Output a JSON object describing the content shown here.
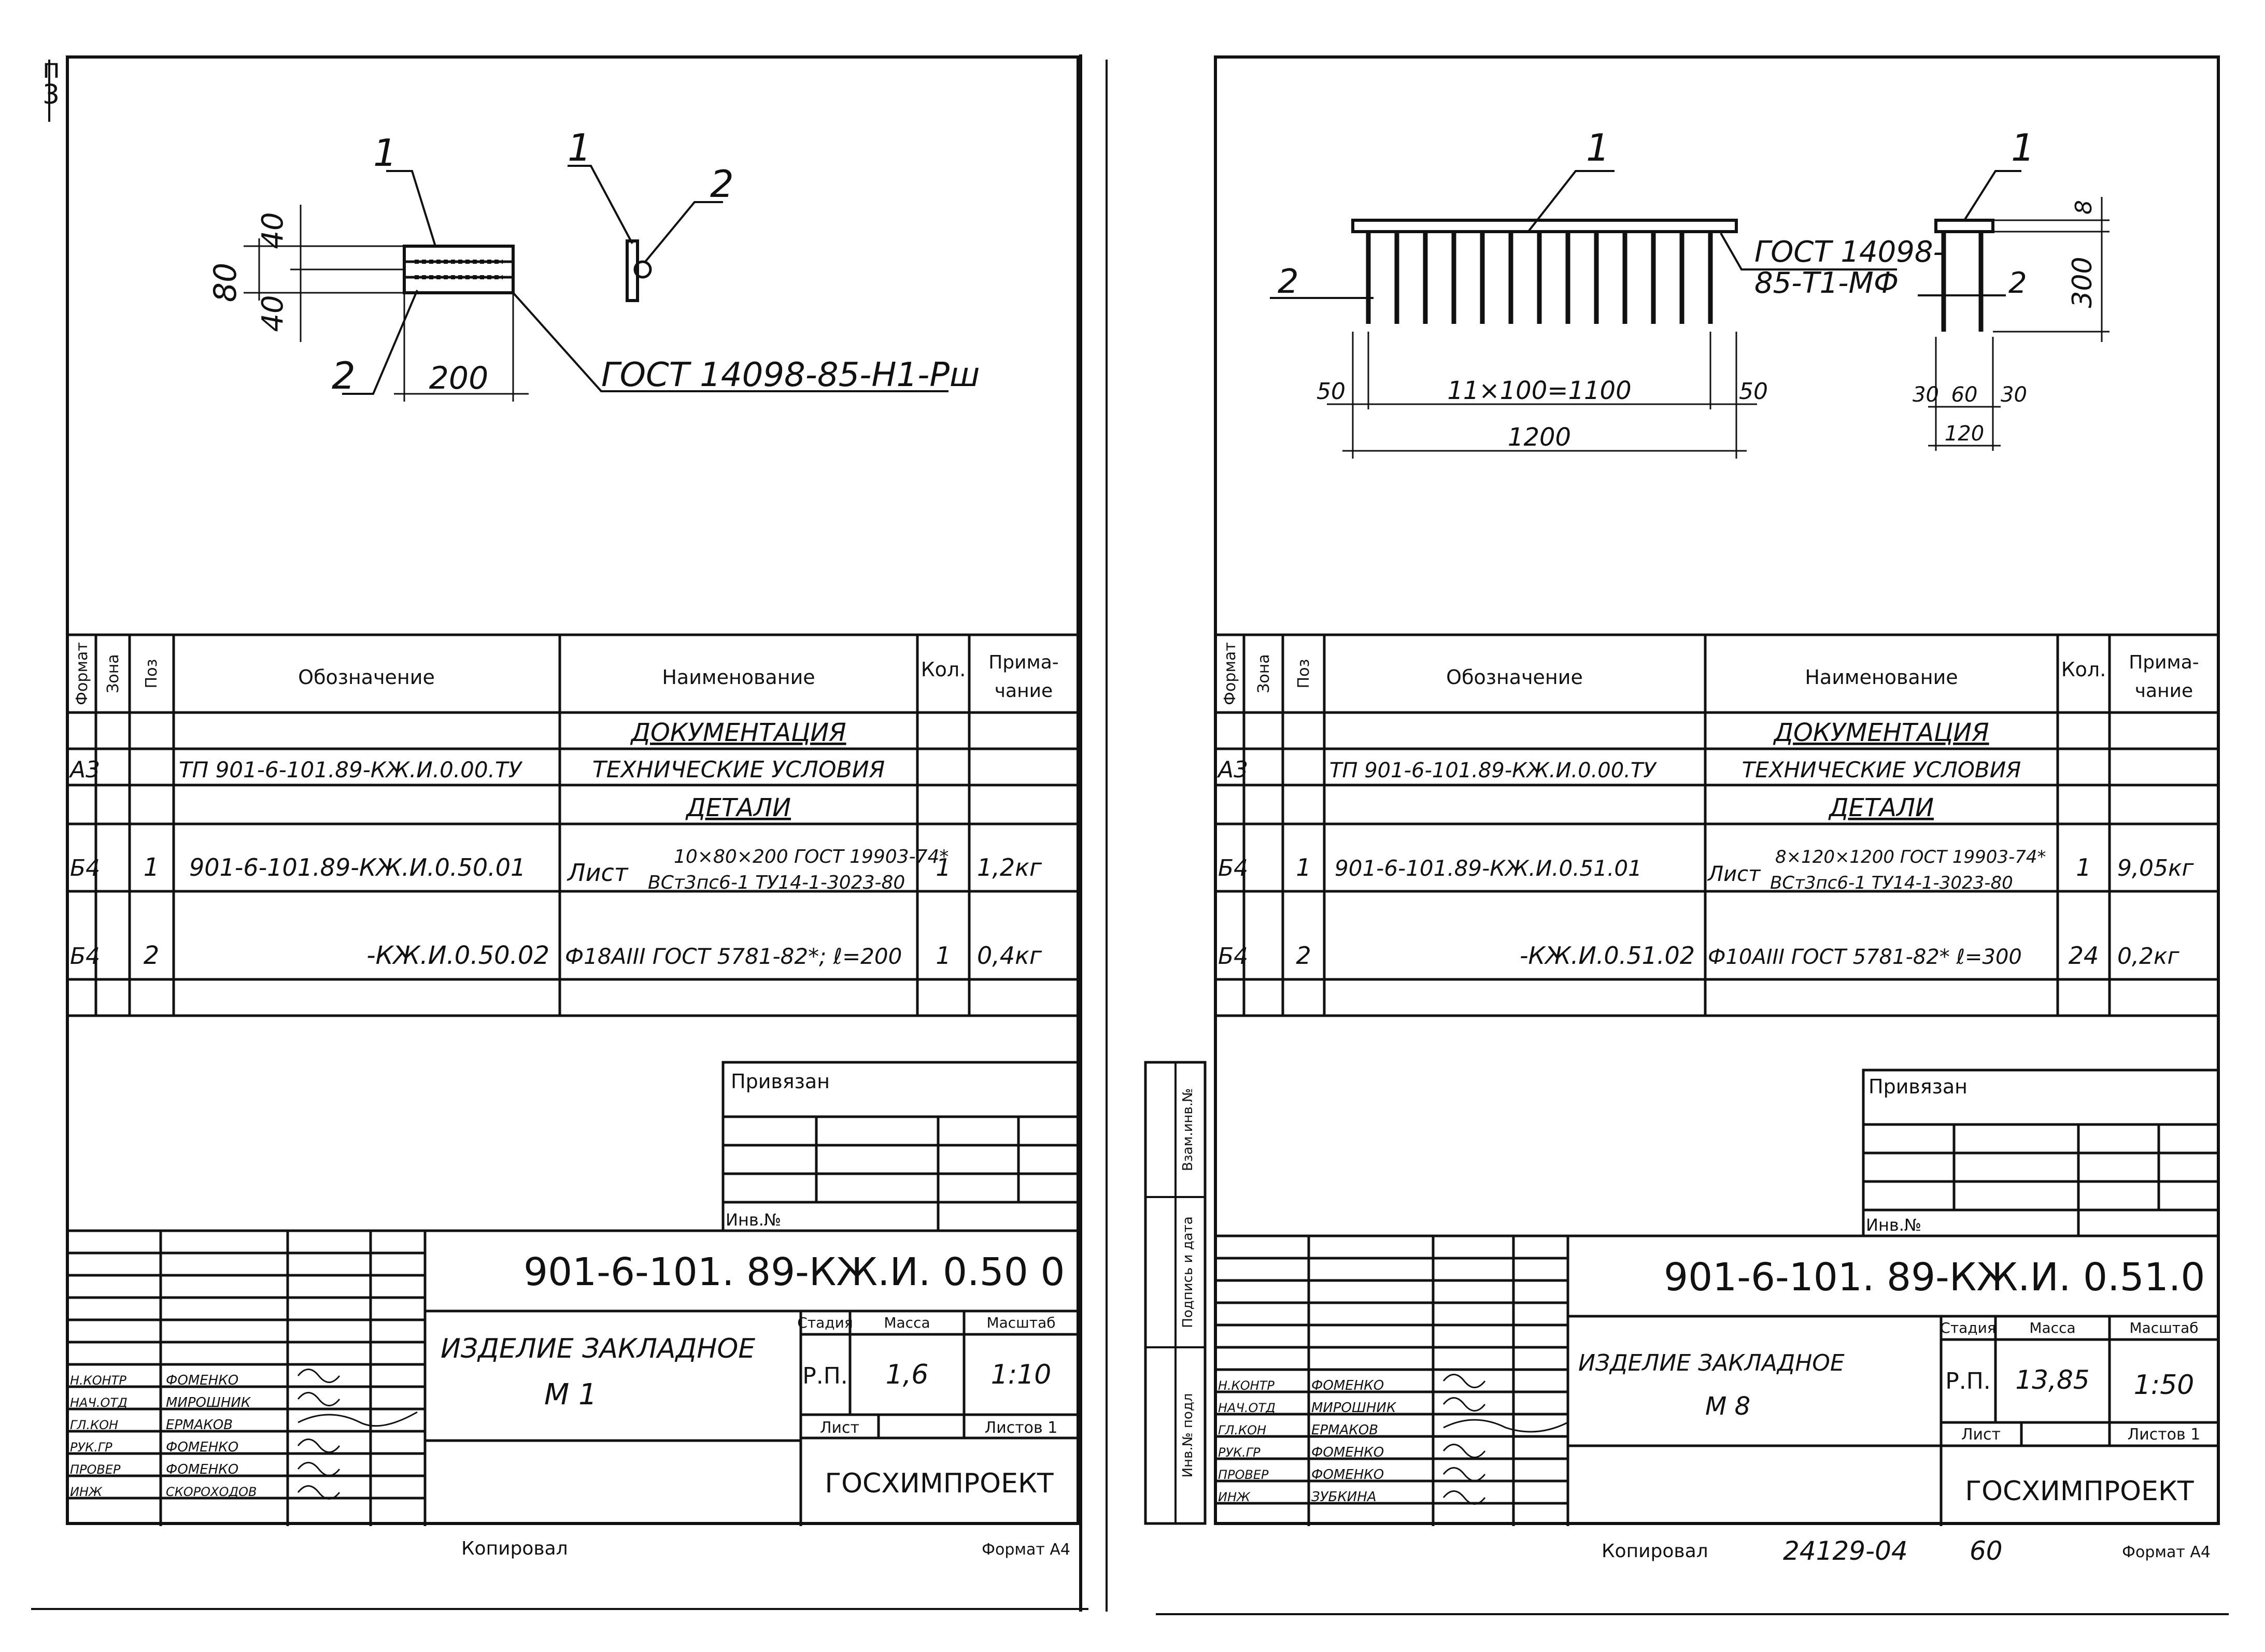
{
  "corner": {
    "l1": "п",
    "l2": "3"
  },
  "spec_headers": {
    "format": "Формат",
    "zone": "Зона",
    "pos": "Поз",
    "designation": "Обозначение",
    "name": "Наименование",
    "qty": "Кол.",
    "note1": "Прима-",
    "note2": "чание"
  },
  "left": {
    "drawing": {
      "pos1a": "1",
      "pos2a": "2",
      "pos1b": "1",
      "pos2b": "2",
      "dim80": "80",
      "dim40a": "40",
      "dim40b": "40",
      "dim200": "200",
      "gost": "ГОСТ 14098-85-Н1-Рш"
    },
    "rows": [
      {
        "fmt": "",
        "pos": "",
        "des": "",
        "name": "ДОКУМЕНТАЦИЯ",
        "qty": "",
        "note": ""
      },
      {
        "fmt": "А3",
        "pos": "",
        "des": "ТП 901-6-101.89-КЖ.И.0.00.ТУ",
        "name": "ТЕХНИЧЕСКИЕ УСЛОВИЯ",
        "qty": "",
        "note": ""
      },
      {
        "fmt": "",
        "pos": "",
        "des": "",
        "name": "ДЕТАЛИ",
        "qty": "",
        "note": ""
      },
      {
        "fmt": "Б4",
        "pos": "1",
        "des": "901-6-101.89-КЖ.И.0.50.01",
        "name_pre": "Лист",
        "name_top": "10×80×200 ГОСТ 19903-74*",
        "name_bot": "ВСт3пс6-1 ТУ14-1-3023-80",
        "qty": "1",
        "note": "1,2кг"
      },
      {
        "fmt": "Б4",
        "pos": "2",
        "des": "-КЖ.И.0.50.02",
        "name": "Ф18АIII ГОСТ 5781-82*; ℓ=200",
        "qty": "1",
        "note": "0,4кг"
      }
    ],
    "privyazan": "Привязан",
    "inv_no": "Инв.№",
    "doc_code": "901-6-101. 89-КЖ.И. 0.50 0",
    "title_line1": "ИЗДЕЛИЕ ЗАКЛАДНОЕ",
    "title_line2": "М 1",
    "stadia_label": "Стадия",
    "massa_label": "Масса",
    "masshtab_label": "Масштаб",
    "stadia": "Р.П.",
    "massa": "1,6",
    "masshtab": "1:10",
    "list_label": "Лист",
    "listov_label": "Листов 1",
    "org": "ГОСХИМПРОЕКТ",
    "staff": [
      {
        "role": "Н.КОНТР",
        "name": "ФОМЕНКО"
      },
      {
        "role": "НАЧ.ОТД",
        "name": "МИРОШНИК"
      },
      {
        "role": "ГЛ.КОН",
        "name": "ЕРМАКОВ"
      },
      {
        "role": "РУК.ГР",
        "name": "ФОМЕНКО"
      },
      {
        "role": "ПРОВЕР",
        "name": "ФОМЕНКО"
      },
      {
        "role": "ИНЖ",
        "name": "СКОРОХОДОВ"
      }
    ],
    "kopiroval": "Копировал",
    "format": "Формат А4"
  },
  "right": {
    "drawing": {
      "pos1a": "1",
      "pos2a": "2",
      "pos1b": "1",
      "pos2b": "2",
      "dim8": "8",
      "dim300": "300",
      "gost1": "ГОСТ 14098-",
      "gost2": "85-Т1-МФ",
      "dim50a": "50",
      "dim50b": "50",
      "dim1100": "11×100=1100",
      "dim1200": "1200",
      "dim30a": "30",
      "dim60": "60",
      "dim30b": "30",
      "dim120": "120"
    },
    "rows": [
      {
        "fmt": "",
        "pos": "",
        "des": "",
        "name": "ДОКУМЕНТАЦИЯ",
        "qty": "",
        "note": ""
      },
      {
        "fmt": "А3",
        "pos": "",
        "des": "ТП 901-6-101.89-КЖ.И.0.00.ТУ",
        "name": "ТЕХНИЧЕСКИЕ УСЛОВИЯ",
        "qty": "",
        "note": ""
      },
      {
        "fmt": "",
        "pos": "",
        "des": "",
        "name": "ДЕТАЛИ",
        "qty": "",
        "note": ""
      },
      {
        "fmt": "Б4",
        "pos": "1",
        "des": "901-6-101.89-КЖ.И.0.51.01",
        "name_pre": "Лист",
        "name_top": "8×120×1200 ГОСТ 19903-74*",
        "name_bot": "ВСт3пс6-1 ТУ14-1-3023-80",
        "qty": "1",
        "note": "9,05кг"
      },
      {
        "fmt": "Б4",
        "pos": "2",
        "des": "-КЖ.И.0.51.02",
        "name": "Ф10АIII ГОСТ 5781-82* ℓ=300",
        "qty": "24",
        "note": "0,2кг"
      }
    ],
    "side_labels": [
      "Взам.инв.№",
      "Подпись и дата",
      "Инв.№ подл"
    ],
    "privyazan": "Привязан",
    "inv_no": "Инв.№",
    "doc_code": "901-6-101. 89-КЖ.И. 0.51.0",
    "title_line1": "ИЗДЕЛИЕ ЗАКЛАДНОЕ",
    "title_line2": "М 8",
    "stadia_label": "Стадия",
    "massa_label": "Масса",
    "masshtab_label": "Масштаб",
    "stadia": "Р.П.",
    "massa": "13,85",
    "masshtab": "1:50",
    "list_label": "Лист",
    "listov_label": "Листов 1",
    "org": "ГОСХИМПРОЕКТ",
    "staff": [
      {
        "role": "Н.КОНТР",
        "name": "ФОМЕНКО"
      },
      {
        "role": "НАЧ.ОТД",
        "name": "МИРОШНИК"
      },
      {
        "role": "ГЛ.КОН",
        "name": "ЕРМАКОВ"
      },
      {
        "role": "РУК.ГР",
        "name": "ФОМЕНКО"
      },
      {
        "role": "ПРОВЕР",
        "name": "ФОМЕНКО"
      },
      {
        "role": "ИНЖ",
        "name": "ЗУБКИНА"
      }
    ],
    "kopiroval": "Копировал",
    "stamp_no": "24129-04",
    "stamp_page": "60",
    "format": "Формат А4"
  }
}
